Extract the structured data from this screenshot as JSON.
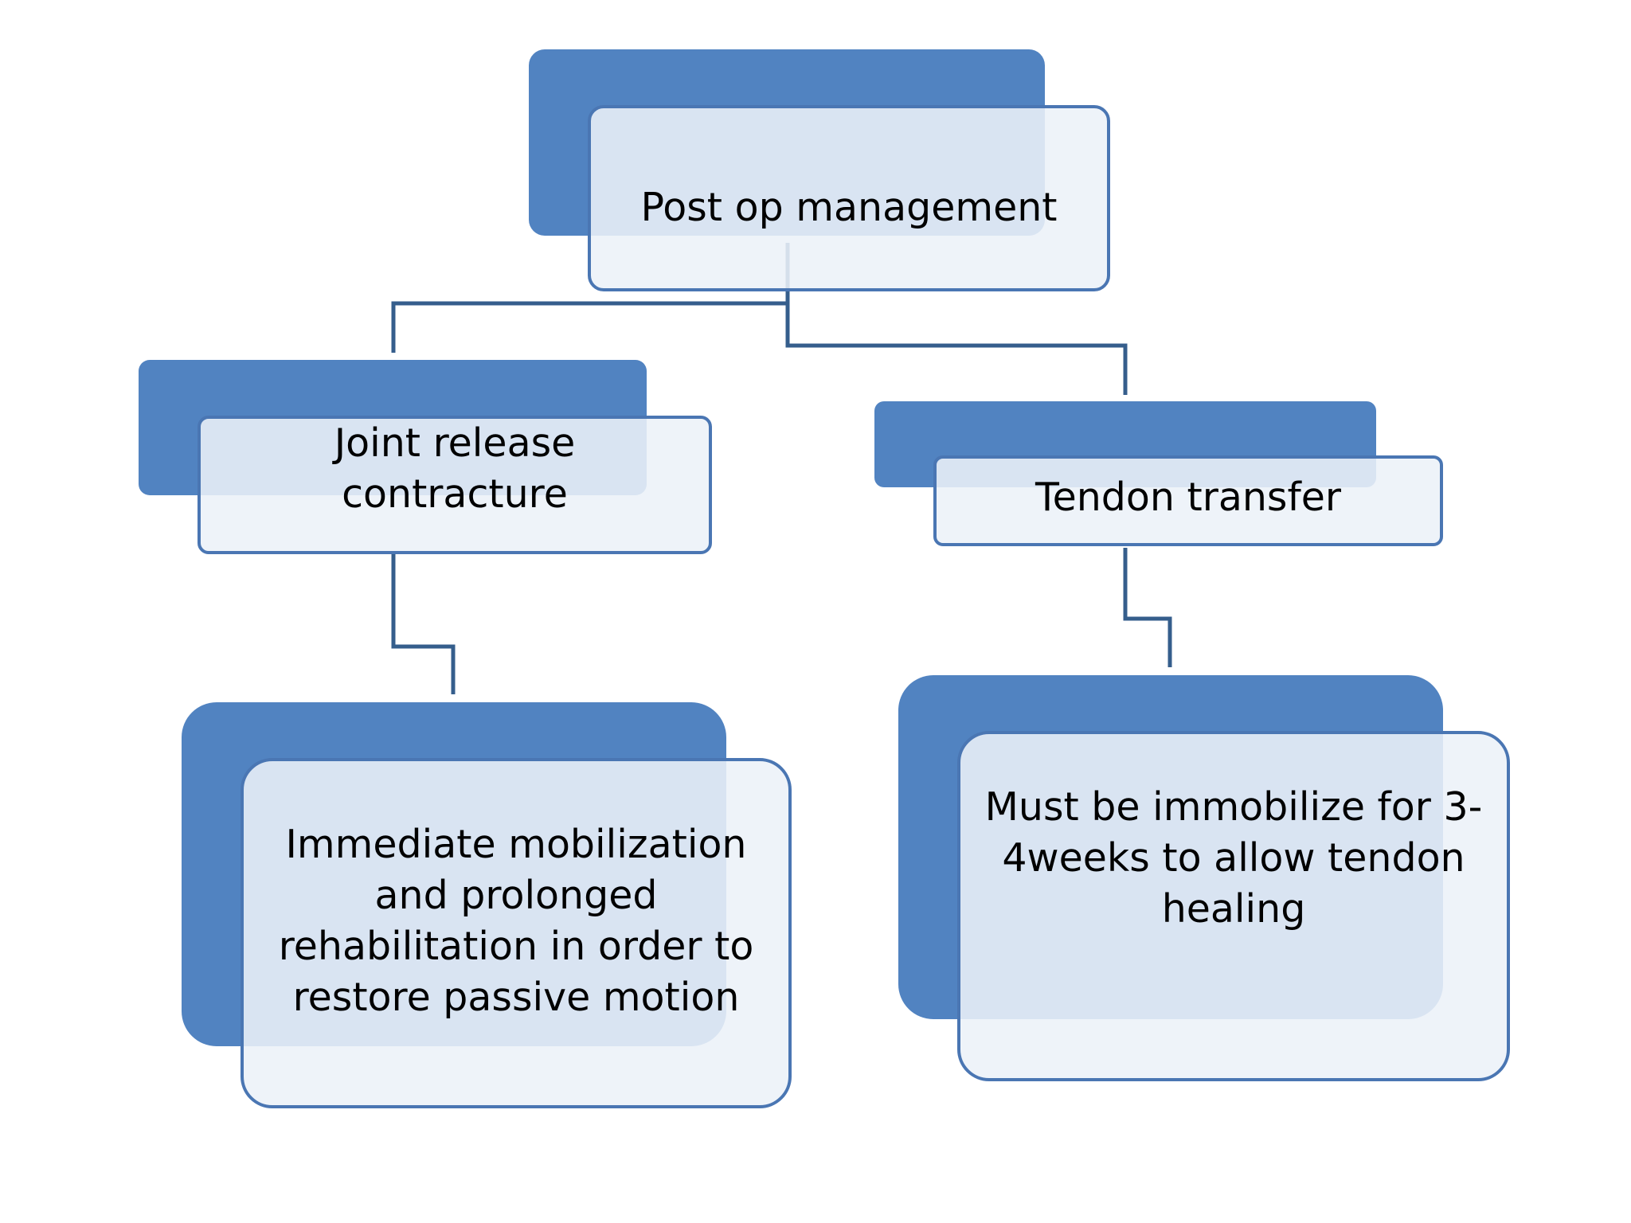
{
  "colors": {
    "node_back": "#5183c1",
    "node_border": "#4a76b3",
    "node_front": "#ecf1f8",
    "connector": "#355e8c"
  },
  "nodes": {
    "root": {
      "label": "Post op management"
    },
    "left": {
      "label": "Joint release contracture"
    },
    "right": {
      "label": "Tendon transfer"
    },
    "bottom_left": {
      "label": "Immediate mobilization and prolonged rehabilitation in order to restore passive motion"
    },
    "bottom_right": {
      "label": "Must be immobilize for 3-4weeks to allow tendon healing"
    }
  }
}
